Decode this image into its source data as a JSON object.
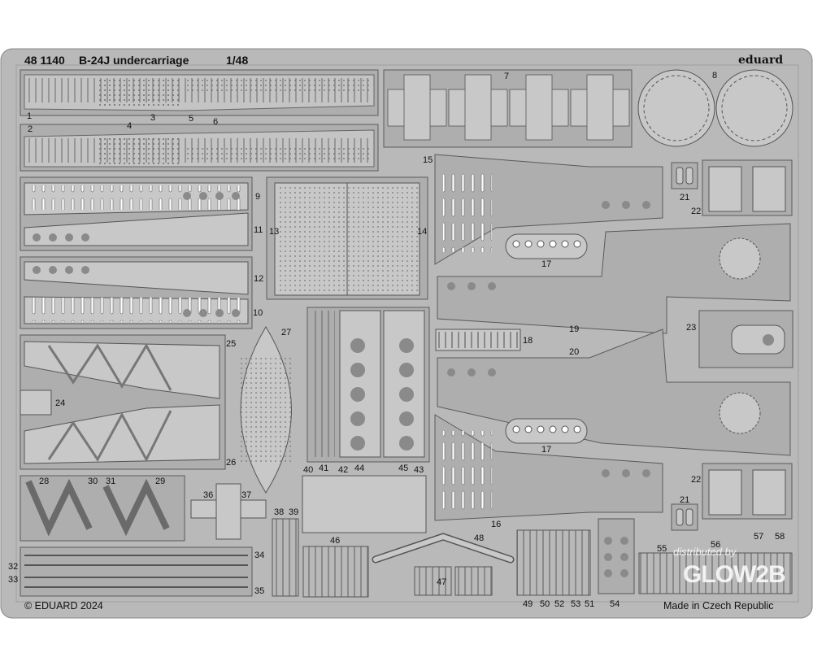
{
  "fret": {
    "code": "48 1140",
    "title": "B-24J undercarriage",
    "scale": "1/48",
    "brand": "eduard",
    "copyright": "© EDUARD 2024",
    "origin": "Made in Czech Republic",
    "colors": {
      "metal": "#b9b9b9",
      "part": "#aeaeae",
      "edge": "#5a5a5a",
      "background": "#ffffff"
    }
  },
  "watermark": {
    "line1": "distributed by",
    "line2": "GLOW2B"
  },
  "part_numbers": {
    "p1": "1",
    "p2": "2",
    "p3": "3",
    "p4": "4",
    "p5": "5",
    "p6": "6",
    "p7": "7",
    "p8": "8",
    "p9": "9",
    "p10": "10",
    "p11": "11",
    "p12": "12",
    "p13": "13",
    "p14": "14",
    "p15": "15",
    "p16": "16",
    "p17a": "17",
    "p17b": "17",
    "p18": "18",
    "p19": "19",
    "p20": "20",
    "p21a": "21",
    "p21b": "21",
    "p22a": "22",
    "p22b": "22",
    "p23": "23",
    "p24": "24",
    "p25": "25",
    "p26": "26",
    "p27": "27",
    "p28": "28",
    "p29": "29",
    "p30": "30",
    "p31": "31",
    "p32": "32",
    "p33": "33",
    "p34": "34",
    "p35": "35",
    "p36": "36",
    "p37": "37",
    "p38": "38",
    "p39": "39",
    "p40": "40",
    "p41": "41",
    "p42": "42",
    "p43": "43",
    "p44": "44",
    "p45": "45",
    "p46": "46",
    "p47": "47",
    "p48": "48",
    "p49": "49",
    "p50": "50",
    "p51": "51",
    "p52": "52",
    "p53": "53",
    "p54": "54",
    "p55": "55",
    "p56": "56",
    "p57": "57",
    "p58": "58"
  }
}
